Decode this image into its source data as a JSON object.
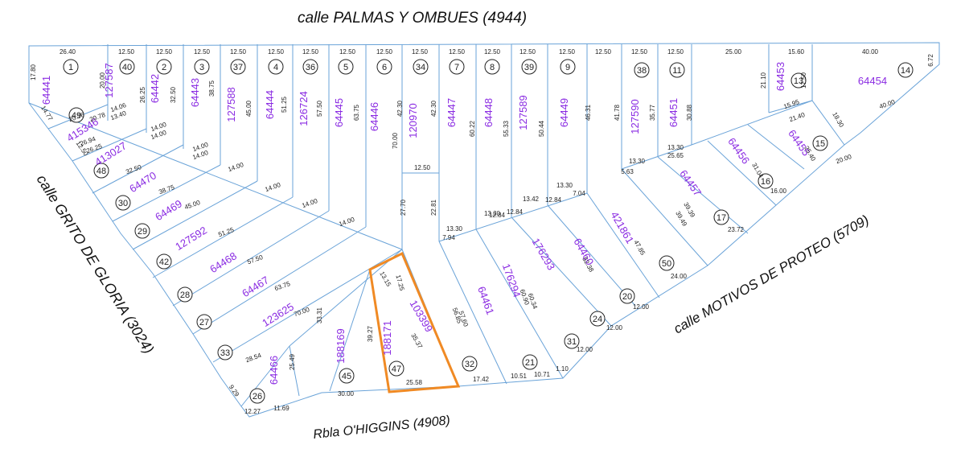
{
  "streets": {
    "north": "calle PALMAS Y OMBUES",
    "north_code": "(4944)",
    "west": "calle GRITO DE GLORIA",
    "west_code": "(3024)",
    "south": "Rbla O'HIGGINS",
    "south_code": "(4908)",
    "east": "calle MOTIVOS DE PROTEO",
    "east_code": "(5709)"
  },
  "highlight_color": "#f08a24",
  "line_color": "#6aa3d8",
  "padron_color": "#8a2be2",
  "lots": [
    {
      "lot": "1",
      "padron": "64441"
    },
    {
      "lot": "40",
      "padron": "127587"
    },
    {
      "lot": "2",
      "padron": "64442"
    },
    {
      "lot": "3",
      "padron": "64443"
    },
    {
      "lot": "37",
      "padron": "127588"
    },
    {
      "lot": "4",
      "padron": "64444"
    },
    {
      "lot": "36",
      "padron": "126724"
    },
    {
      "lot": "5",
      "padron": "64445"
    },
    {
      "lot": "6",
      "padron": "64446"
    },
    {
      "lot": "34",
      "padron": "120970"
    },
    {
      "lot": "7",
      "padron": "64447"
    },
    {
      "lot": "8",
      "padron": "64448"
    },
    {
      "lot": "39",
      "padron": "127589"
    },
    {
      "lot": "9",
      "padron": "64449"
    },
    {
      "lot": "38",
      "padron": "127590"
    },
    {
      "lot": "11",
      "padron": "64451"
    },
    {
      "lot": "13",
      "padron": "64453"
    },
    {
      "lot": "14",
      "padron": "64454"
    },
    {
      "lot": "15",
      "padron": "64455"
    },
    {
      "lot": "16",
      "padron": "64456"
    },
    {
      "lot": "17",
      "padron": "64457"
    },
    {
      "lot": "49",
      "padron": "415346"
    },
    {
      "lot": "48",
      "padron": "413027"
    },
    {
      "lot": "30",
      "padron": "64470"
    },
    {
      "lot": "29",
      "padron": "64469"
    },
    {
      "lot": "42",
      "padron": "127592"
    },
    {
      "lot": "28",
      "padron": "64468"
    },
    {
      "lot": "27",
      "padron": "64467"
    },
    {
      "lot": "33",
      "padron": "123625"
    },
    {
      "lot": "26",
      "padron": "64466"
    },
    {
      "lot": "45",
      "padron": "188169"
    },
    {
      "lot": "47",
      "padron": "188171"
    },
    {
      "lot": "32",
      "padron": "103399"
    },
    {
      "lot": "21",
      "padron": "64461"
    },
    {
      "lot": "31",
      "padron": "176294"
    },
    {
      "lot": "24",
      "padron": "176293"
    },
    {
      "lot": "20",
      "padron": "64460"
    },
    {
      "lot": "50",
      "padron": "421861"
    }
  ],
  "measures": {
    "top": [
      "26.40",
      "12.50",
      "12.50",
      "12.50",
      "12.50",
      "12.50",
      "12.50",
      "12.50",
      "12.50",
      "12.50",
      "12.50",
      "12.50",
      "12.50",
      "12.50",
      "12.50",
      "12.50",
      "12.50",
      "25.00",
      "15.60",
      "40.00"
    ],
    "depths": [
      "17.80",
      "20.00",
      "26.25",
      "32.50",
      "38.75",
      "45.00",
      "51.25",
      "57.50",
      "63.75",
      "70.00",
      "42.30",
      "42.30",
      "60.22",
      "55.33",
      "50.44",
      "46.31",
      "41.78",
      "35.77",
      "30.88",
      "21.10",
      "17.50",
      "6.72"
    ],
    "misc": [
      "14.77",
      "20.76",
      "20.78",
      "14.06",
      "13.40",
      "14.00",
      "14.00",
      "14.00",
      "14.00",
      "14.00",
      "14.00",
      "14.00",
      "14.00",
      "12.50",
      "27.70",
      "22.81",
      "13.30",
      "13.30",
      "13.42",
      "13.30",
      "12.84",
      "12.84",
      "12.84",
      "7.94",
      "7.04",
      "5.63",
      "13.30",
      "13.30",
      "25.65",
      "15.95",
      "21.40",
      "18.30",
      "20.00",
      "25.40",
      "31.04",
      "16.00",
      "39.39",
      "39.49",
      "23.72",
      "47.85",
      "24.00",
      "52.38",
      "12.00",
      "12.00",
      "12.00",
      "60.90",
      "60.34",
      "10.51",
      "10.71",
      "1.10",
      "17.42",
      "56.85",
      "57.60",
      "35.37",
      "25.58",
      "13.15",
      "17.25",
      "39.27",
      "30.00",
      "33.31",
      "25.49",
      "28.54",
      "11.69",
      "12.27",
      "9.29",
      "12.50",
      "26.94",
      "26.25",
      "32.50",
      "38.75",
      "45.00",
      "51.25",
      "57.50",
      "63.75",
      "70.00",
      "40.00"
    ]
  }
}
